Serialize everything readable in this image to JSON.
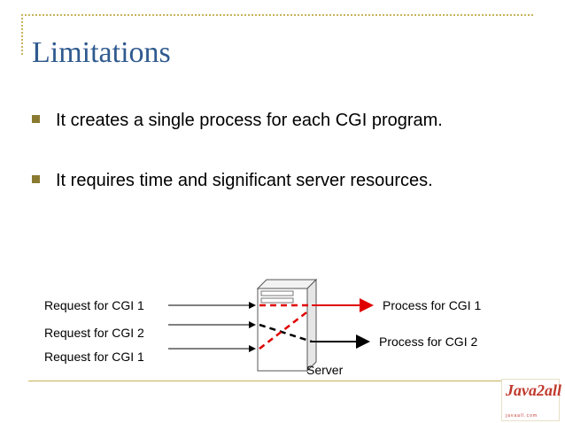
{
  "slide": {
    "title": "Limitations",
    "bullets": [
      "It creates a single process for each CGI program.",
      "It requires time and significant server resources."
    ]
  },
  "diagram": {
    "requests": [
      "Request for CGI 1",
      "Request for CGI 2",
      "Request for CGI 1"
    ],
    "processes": [
      "Process for CGI 1",
      "Process for CGI 2"
    ],
    "server_label": "Server"
  },
  "logo": {
    "text": "Java2all",
    "sub": "javaall.com"
  },
  "colors": {
    "title": "#2f5a8f",
    "accent_line": "#c9b35a",
    "bullet": "#8a7a30",
    "red_arrow": "#e00000"
  }
}
